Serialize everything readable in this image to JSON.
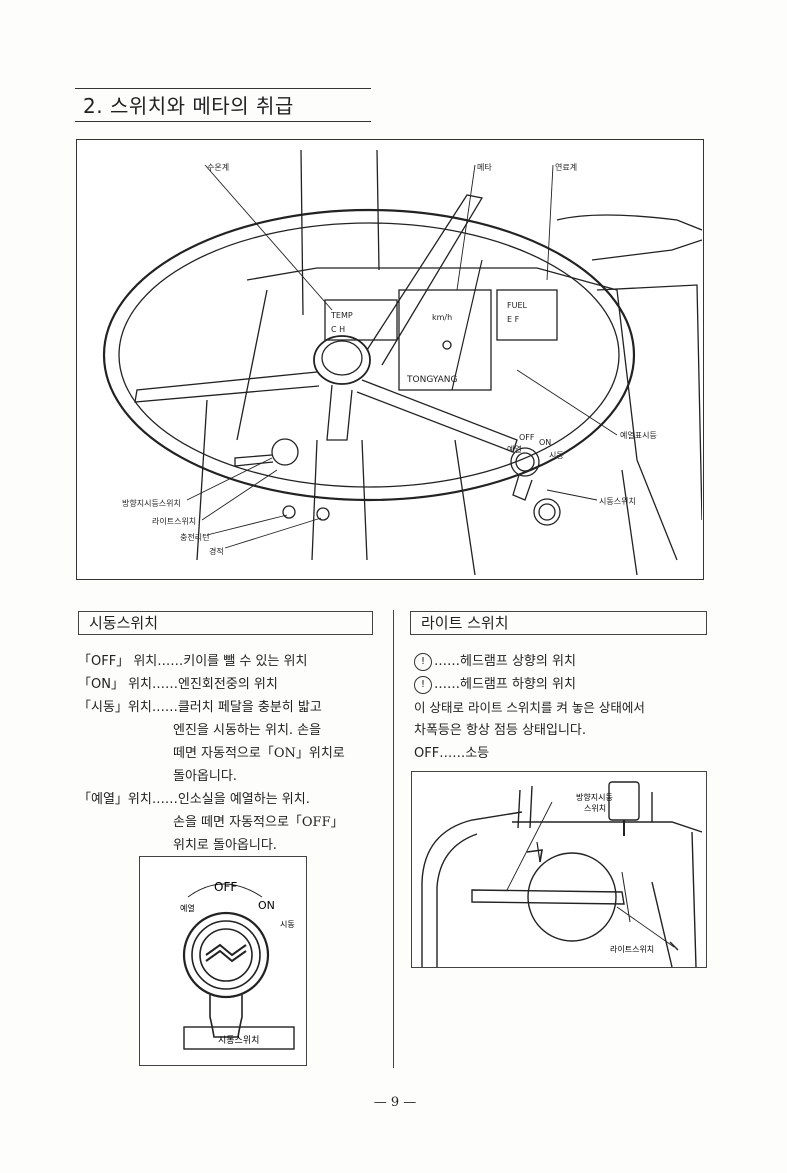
{
  "section_title": "2. 스위치와 메타의 취급",
  "main_figure": {
    "labels": {
      "temp_gauge": "수온계",
      "meter": "메타",
      "fuel_gauge": "연료계",
      "preheat_lamp": "예열표시등",
      "start_switch": "시동스위치",
      "turn_signal_switch": "방향지시등스위치",
      "light_switch": "라이트스위치",
      "charge_lamp": "충전리턴",
      "horn": "경적"
    },
    "dash_text": {
      "temp": "TEMP",
      "temp_scale": "C     H",
      "fuel": "FUEL",
      "fuel_scale": "E    F",
      "brand": "TONGYANG",
      "speed_unit": "km/h",
      "key_off": "OFF",
      "key_on": "ON",
      "key_preheat": "예열",
      "key_start": "시동"
    }
  },
  "start_switch_section": {
    "title": "시동스위치",
    "items": [
      {
        "label": "「OFF」 위치……",
        "lines": [
          "키이를 뺄 수 있는 위치"
        ]
      },
      {
        "label": "「ON」 위치……",
        "lines": [
          "엔진회전중의 위치"
        ]
      },
      {
        "label": "「시동」위치……",
        "lines": [
          "클러치 페달을 충분히 밟고",
          "엔진을 시동하는 위치. 손을",
          "떼면 자동적으로「ON」위치로",
          "돌아옵니다."
        ]
      },
      {
        "label": "「예열」위치……",
        "lines": [
          "인소실을 예열하는 위치.",
          "손을 떼면 자동적으로「OFF」",
          "위치로 돌아옵니다."
        ]
      }
    ],
    "figure": {
      "off": "OFF",
      "on": "ON",
      "preheat": "예열",
      "start": "시동",
      "caption": "시동스위치"
    }
  },
  "light_switch_section": {
    "title": "라이트 스위치",
    "line1": "……헤드램프 상향의 위치",
    "line2": "……헤드램프 하향의 위치",
    "line3": "이 상태로 라이트 스위치를 켜 놓은 상태에서",
    "line4": "차폭등은 항상 점등 상태입니다.",
    "line5": "OFF……소등",
    "figure": {
      "turn_signal_label_1": "방향지시등",
      "turn_signal_label_2": "스위치",
      "light_switch_label": "라이트스위치"
    }
  },
  "page_number": "— 9 —"
}
